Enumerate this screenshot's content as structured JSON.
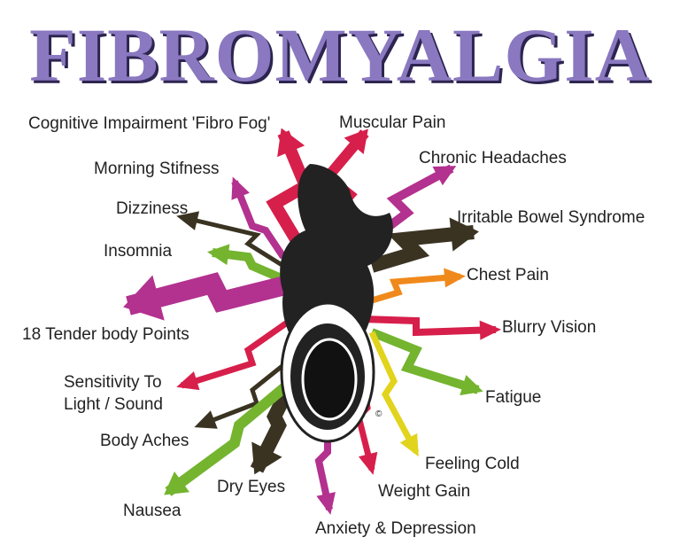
{
  "title": "FIBROMYALGIA",
  "colors": {
    "title": "#8a78c0",
    "title_shadow": "#2d2550",
    "magenta": "#b3318f",
    "crimson": "#d71f4b",
    "dark": "#3a3322",
    "green": "#74b42f",
    "orange": "#f0891b",
    "yellow": "#e2d31c"
  },
  "symptoms": [
    {
      "label": "Cognitive Impairment 'Fibro Fog'",
      "color": "crimson"
    },
    {
      "label": "Muscular Pain",
      "color": "crimson"
    },
    {
      "label": "Chronic Headaches",
      "color": "magenta"
    },
    {
      "label": "Morning Stifness",
      "color": "magenta"
    },
    {
      "label": "Dizziness",
      "color": "dark"
    },
    {
      "label": "Irritable Bowel Syndrome",
      "color": "dark"
    },
    {
      "label": "Insomnia",
      "color": "green"
    },
    {
      "label": "Chest Pain",
      "color": "orange"
    },
    {
      "label": "Blurry Vision",
      "color": "crimson"
    },
    {
      "label": "18 Tender body Points",
      "color": "magenta"
    },
    {
      "label": "Sensitivity To",
      "color": "crimson"
    },
    {
      "label": "Light / Sound",
      "color": "crimson"
    },
    {
      "label": "Fatigue",
      "color": "green"
    },
    {
      "label": "Body Aches",
      "color": "dark"
    },
    {
      "label": "Feeling Cold",
      "color": "yellow"
    },
    {
      "label": "Dry Eyes",
      "color": "dark"
    },
    {
      "label": "Weight Gain",
      "color": "crimson"
    },
    {
      "label": "Nausea",
      "color": "green"
    },
    {
      "label": "Anxiety & Depression",
      "color": "magenta"
    }
  ],
  "copyright_mark": "©"
}
